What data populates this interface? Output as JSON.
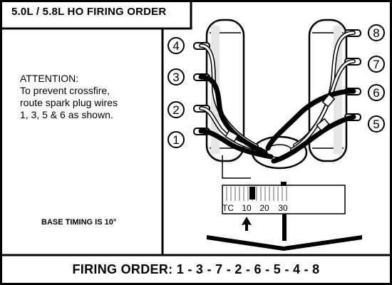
{
  "title": "5.0L / 5.8L HO FIRING ORDER",
  "attention": {
    "heading": "ATTENTION:",
    "line1": "To prevent crossfire,",
    "line2": "route spark plug wires",
    "line3": "1, 3, 5 & 6 as shown."
  },
  "base_timing": "BASE TIMING IS 10°",
  "footer": "FIRING ORDER: 1 - 3 - 7 - 2 - 6 - 5 - 4 - 8",
  "left_bank_cylinders": [
    "4",
    "3",
    "2",
    "1"
  ],
  "right_bank_cylinders": [
    "8",
    "7",
    "6",
    "5"
  ],
  "timing_scale": {
    "labels": [
      "TC",
      "10",
      "20",
      "30"
    ]
  },
  "colors": {
    "ink": "#000000",
    "background": "#ffffff"
  }
}
